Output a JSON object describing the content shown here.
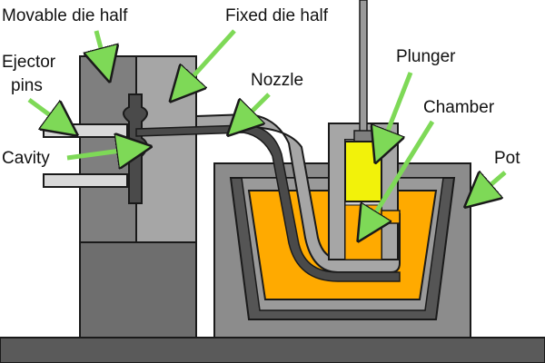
{
  "labels": {
    "movable_die_half": "Movable die half",
    "fixed_die_half": "Fixed die half",
    "ejector_pins": [
      "Ejector",
      "pins"
    ],
    "cavity": "Cavity",
    "nozzle": "Nozzle",
    "plunger": "Plunger",
    "chamber": "Chamber",
    "pot": "Pot"
  },
  "colors": {
    "movable_die": "#7f7f7f",
    "fixed_die": "#a6a6a6",
    "die_base": "#6e6e6e",
    "floor": "#5a5a5a",
    "pot": "#8c8c8c",
    "pot_inner": "#555555",
    "molten_metal": "#ffaa00",
    "plunger": "#f2f20a",
    "channel": "#4a4a4a",
    "pin": "#d9d9d9",
    "arrow": "#7ed957",
    "outline": "#1a1a1a"
  }
}
